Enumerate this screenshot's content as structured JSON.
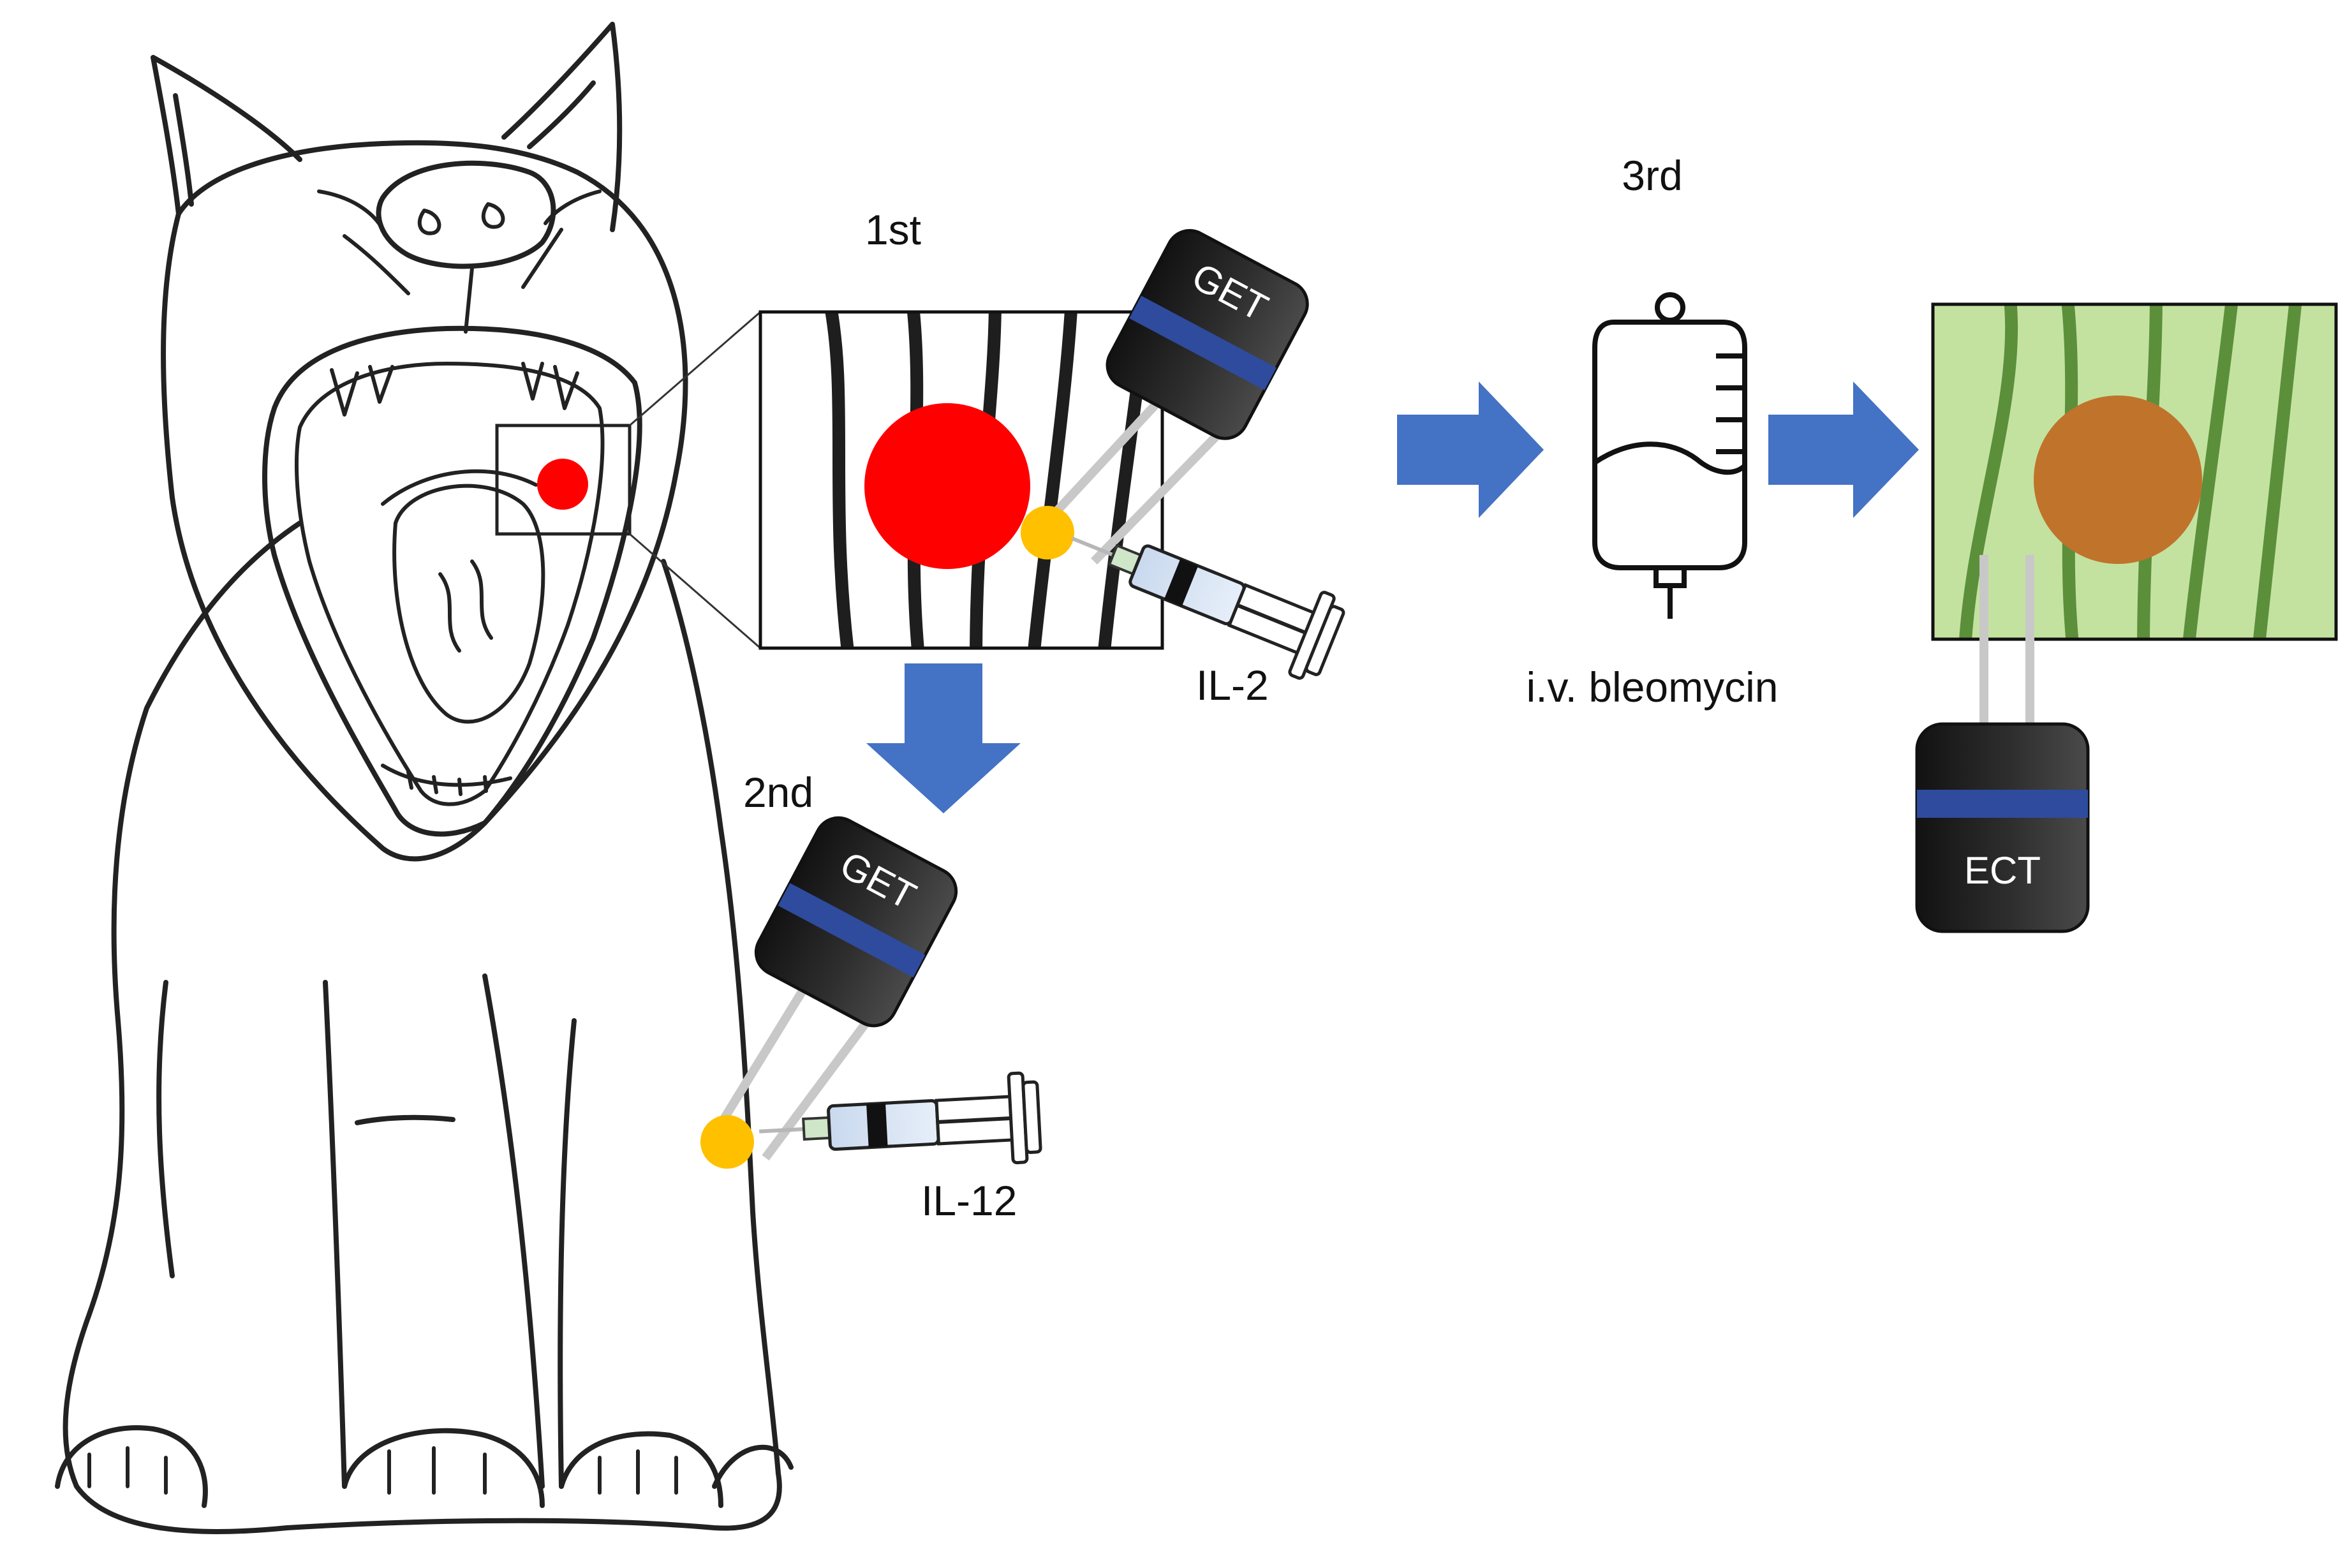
{
  "steps": {
    "first": "1st",
    "second": "2nd",
    "third": "3rd"
  },
  "labels": {
    "il2": "IL-2",
    "il12": "IL-12",
    "drug": "i.v. bleomycin"
  },
  "devices": {
    "get_top": "GET",
    "get_bottom": "GET",
    "ect": "ECT"
  },
  "colors": {
    "arrow": "#4472c4",
    "tumor": "#ff0000",
    "treated_tumor": "#c0732b",
    "injection_site": "#ffc000",
    "electrode_band": "#2f4b9e",
    "treated_tissue": "#c3e2a0",
    "treated_stripes": "#5c8f3a"
  }
}
